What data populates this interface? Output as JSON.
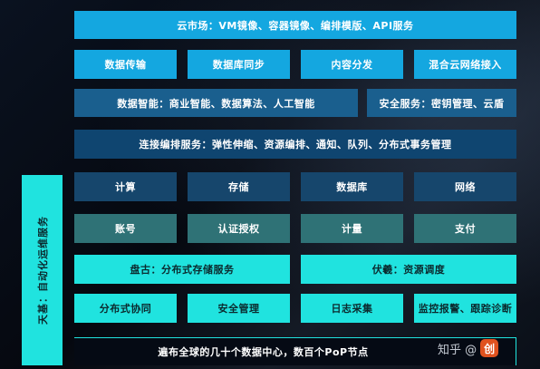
{
  "rows": {
    "cloud_market": "云市场：VM镜像、容器镜像、编排模版、API服务",
    "row2": [
      "数据传输",
      "数据库同步",
      "内容分发",
      "混合云网络接入"
    ],
    "data_intelligence": "数据智能：商业智能、数据算法、人工智能",
    "security_services": "安全服务：密钥管理、云盾",
    "orchestration": "连接编排服务：弹性伸缩、资源编排、通知、队列、分布式事务管理",
    "infra": [
      "计算",
      "存储",
      "数据库",
      "网络"
    ],
    "account_row": [
      "账号",
      "认证授权",
      "计量",
      "支付"
    ],
    "pangu": "盘古：分布式存储服务",
    "fuxi": "伏羲：资源调度",
    "bottom_row": [
      "分布式协同",
      "安全管理",
      "日志采集",
      "监控报警、跟踪诊断"
    ]
  },
  "side_label": "天基：自动化运维服务",
  "footer": "遍布全球的几十个数据中心，数百个PoP节点",
  "watermark": {
    "text": "知乎 @",
    "badge": "创"
  }
}
